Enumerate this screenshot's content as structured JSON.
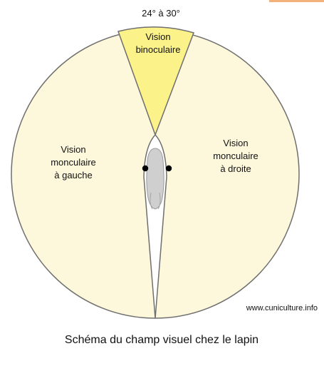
{
  "angle_label": "24° à 30°",
  "zones": {
    "binocular": {
      "line1": "Vision",
      "line2": "binoculaire"
    },
    "left": {
      "line1": "Vision",
      "line2": "monculaire",
      "line3": "à gauche"
    },
    "right": {
      "line1": "Vision",
      "line2": "monculaire",
      "line3": "à droite"
    }
  },
  "source_label": "www.cuniculture.info",
  "caption": "Schéma du champ visuel chez le lapin",
  "colors": {
    "monocular_field": "#fdf8db",
    "binocular_field": "#fbf28a",
    "blind_zone": "#ffffff",
    "rabbit_head": "#cfcfcf",
    "eyes": "#000000",
    "outline": "#6f6f6f",
    "corner_accent": "#f3b27c"
  }
}
